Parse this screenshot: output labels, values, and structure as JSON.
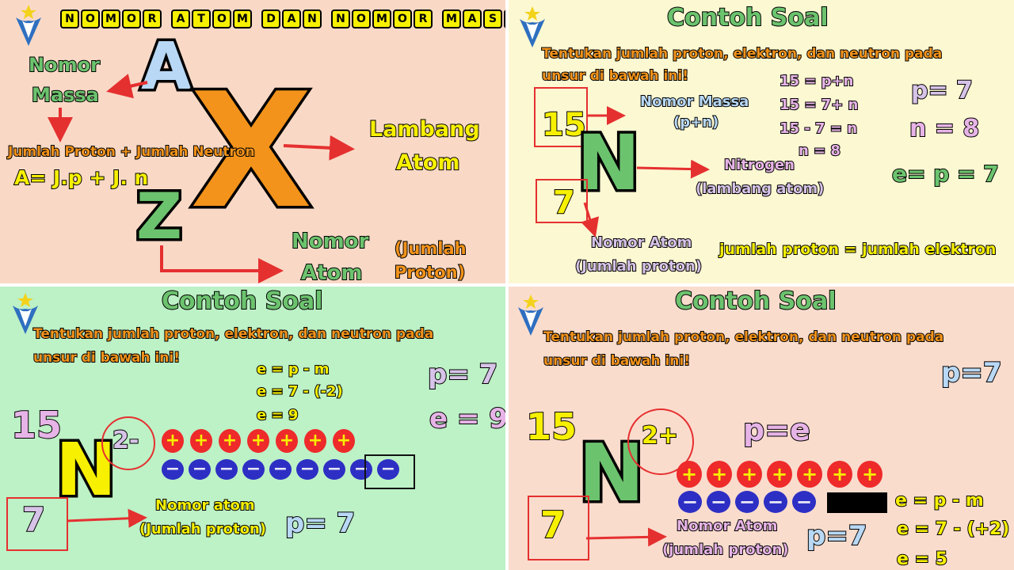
{
  "panel1": {
    "banner_words": [
      "NOMOR",
      "ATOM",
      "DAN",
      "NOMOR",
      "MASSA"
    ],
    "letter_A": "A",
    "letter_X": "X",
    "letter_Z": "Z",
    "nomor_massa_1": "Nomor",
    "nomor_massa_2": "Massa",
    "formula_text": "Jumlah Proton + Jumlah Neutron",
    "formula": "A= J.p + J. n",
    "lambang_1": "Lambang",
    "lambang_2": "Atom",
    "nomor_atom_1": "Nomor",
    "nomor_atom_2": "Atom",
    "jumlah_1": "(Jumlah",
    "jumlah_2": "Proton)"
  },
  "panel2": {
    "title": "Contoh Soal",
    "question_1": "Tentukan jumlah proton, elektron, dan neutron pada",
    "question_2": "unsur di bawah ini!",
    "mass_number": "15",
    "symbol": "N",
    "atomic_number": "7",
    "nomor_massa": "Nomor Massa",
    "p_n": "(p+n)",
    "calc": [
      "15 = p+n",
      "15 = 7+ n",
      "15 - 7 = n",
      "n = 8"
    ],
    "nitrogen": "Nitrogen",
    "lambang_atom": "(lambang atom)",
    "nomor_atom": "Nomor Atom",
    "jumlah_proton": "(Jumlah proton)",
    "p_result": "p= 7",
    "n_result": "n = 8",
    "e_result": "e= p = 7",
    "relation": "jumlah proton = jumlah elektron"
  },
  "panel3": {
    "title": "Contoh Soal",
    "question_1": "Tentukan jumlah proton, elektron, dan neutron pada",
    "question_2": "unsur di bawah ini!",
    "mass_number": "15",
    "symbol": "N",
    "charge": "2-",
    "atomic_number": "7",
    "calc": [
      "e = p - m",
      "e = 7 - (-2)",
      "e = 9"
    ],
    "p_result": "p= 7",
    "e_result": "e = 9",
    "nomor_atom": "Nomor atom",
    "jumlah_proton": "(Jumlah proton)",
    "p_result_bottom": "p= 7",
    "plus_sign": "+",
    "minus_sign": "−",
    "plus_count": 7,
    "minus_count": 9
  },
  "panel4": {
    "title": "Contoh Soal",
    "question_1": "Tentukan jumlah proton, elektron, dan neutron pada",
    "question_2": "unsur di bawah ini!",
    "mass_number": "15",
    "symbol": "N",
    "charge": "2+",
    "atomic_number": "7",
    "p_eq_e": "p=e",
    "p_result": "p=7",
    "p_result_bottom": "p=7",
    "nomor_atom": "Nomor Atom",
    "jumlah_proton": "(jumlah proton)",
    "calc": [
      "e = p - m",
      "e = 7 - (+2)",
      "e = 5"
    ],
    "plus_sign": "+",
    "minus_sign": "−",
    "plus_count": 7,
    "minus_count": 5
  },
  "colors": {
    "panel1_bg": "#f9d9c6",
    "panel2_bg": "#fcf8d2",
    "panel3_bg": "#bdf1c6",
    "panel4_bg": "#fadccd",
    "accent_red": "#ef2e2e",
    "text_orange": "#f3931b",
    "symbol_green": "#6cc36e",
    "symbol_yellow": "#f7f000"
  },
  "icons": {
    "logo": "star-shield-logo-icon"
  }
}
